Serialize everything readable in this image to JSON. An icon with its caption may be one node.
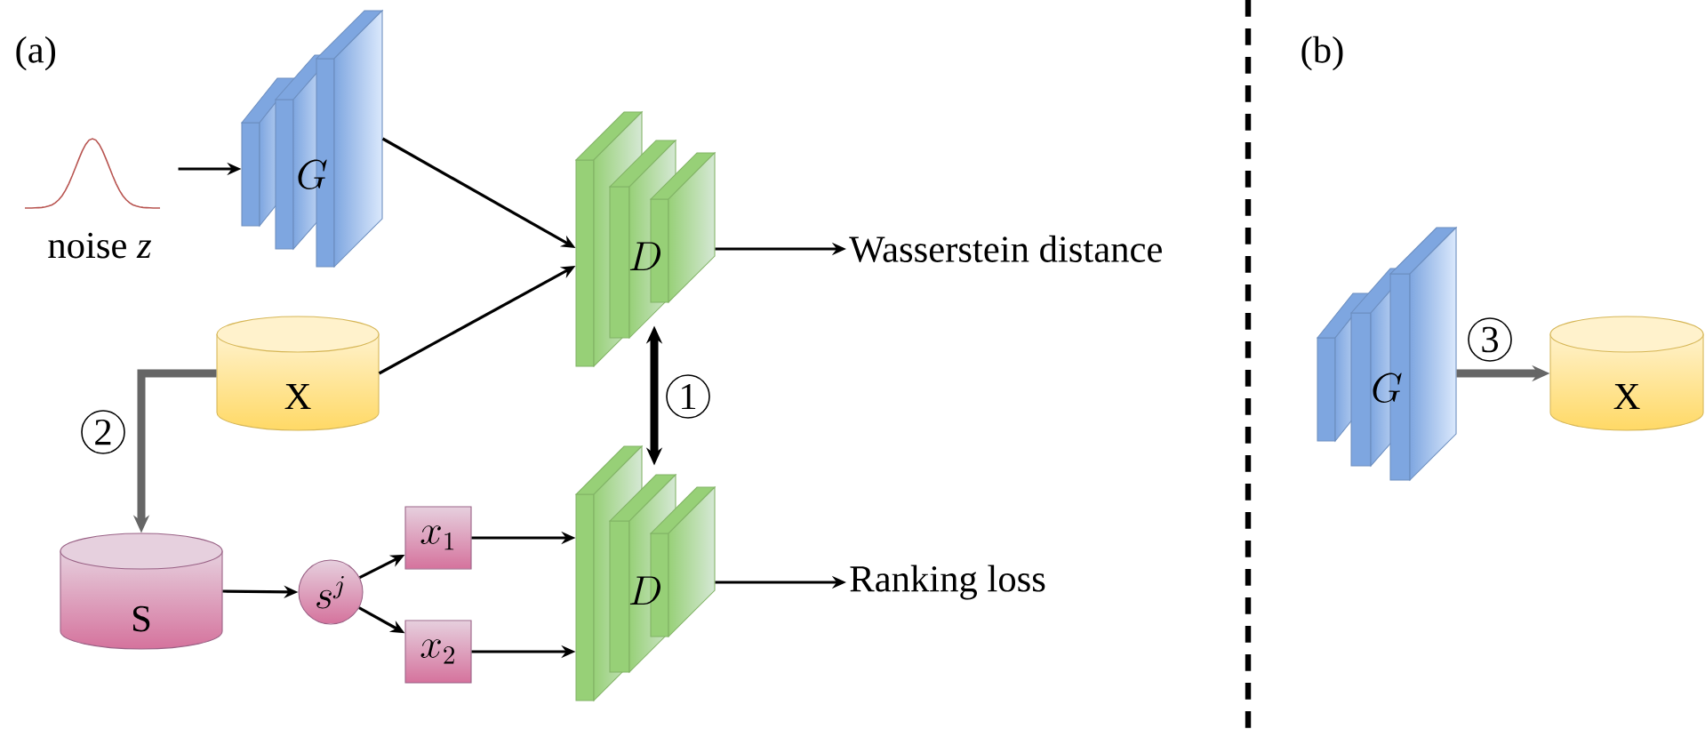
{
  "diagram": {
    "nodes": [
      {
        "text": [
          "noise *z*"
        ]
      },
      {
        "text": [
          "G"
        ]
      },
      {
        "text": [
          "D"
        ]
      },
      {
        "text": [
          "X"
        ]
      },
      {
        "text": [
          "S"
        ]
      },
      {
        "text": [
          "s^j"
        ]
      },
      {
        "text": [
          "x_1"
        ]
      },
      {
        "text": [
          "x_2"
        ]
      },
      {
        "text": [
          "D"
        ]
      },
      {
        "text": [
          "Wasserstein distance"
        ]
      },
      {
        "text": [
          "Ranking loss"
        ]
      },
      {
        "text": [
          "G"
        ]
      },
      {
        "text": [
          "X"
        ]
      }
    ],
    "edges": [
      {
        "from": 0,
        "to": 1,
        "arrow": "to"
      },
      {
        "from": 1,
        "to": 2,
        "arrow": "to"
      },
      {
        "from": 3,
        "to": 2,
        "arrow": "to"
      },
      {
        "from": 2,
        "to": 9,
        "arrow": "to"
      },
      {
        "from": 2,
        "to": 8,
        "arrow": "both",
        "label": "1",
        "style": "thick"
      },
      {
        "from": 3,
        "to": 4,
        "arrow": "to",
        "label": "2",
        "style": "thick",
        "color": "#666666"
      },
      {
        "from": 4,
        "to": 5,
        "arrow": "to"
      },
      {
        "from": 5,
        "to": 6,
        "arrow": "to"
      },
      {
        "from": 5,
        "to": 7,
        "arrow": "to"
      },
      {
        "from": 6,
        "to": 8,
        "arrow": "to"
      },
      {
        "from": 7,
        "to": 8,
        "arrow": "to"
      },
      {
        "from": 8,
        "to": 10,
        "arrow": "to"
      },
      {
        "from": 11,
        "to": 12,
        "arrow": "to",
        "label": "3",
        "style": "thick",
        "color": "#666666"
      }
    ],
    "labels": [
      "(a)",
      "(b)"
    ]
  }
}
